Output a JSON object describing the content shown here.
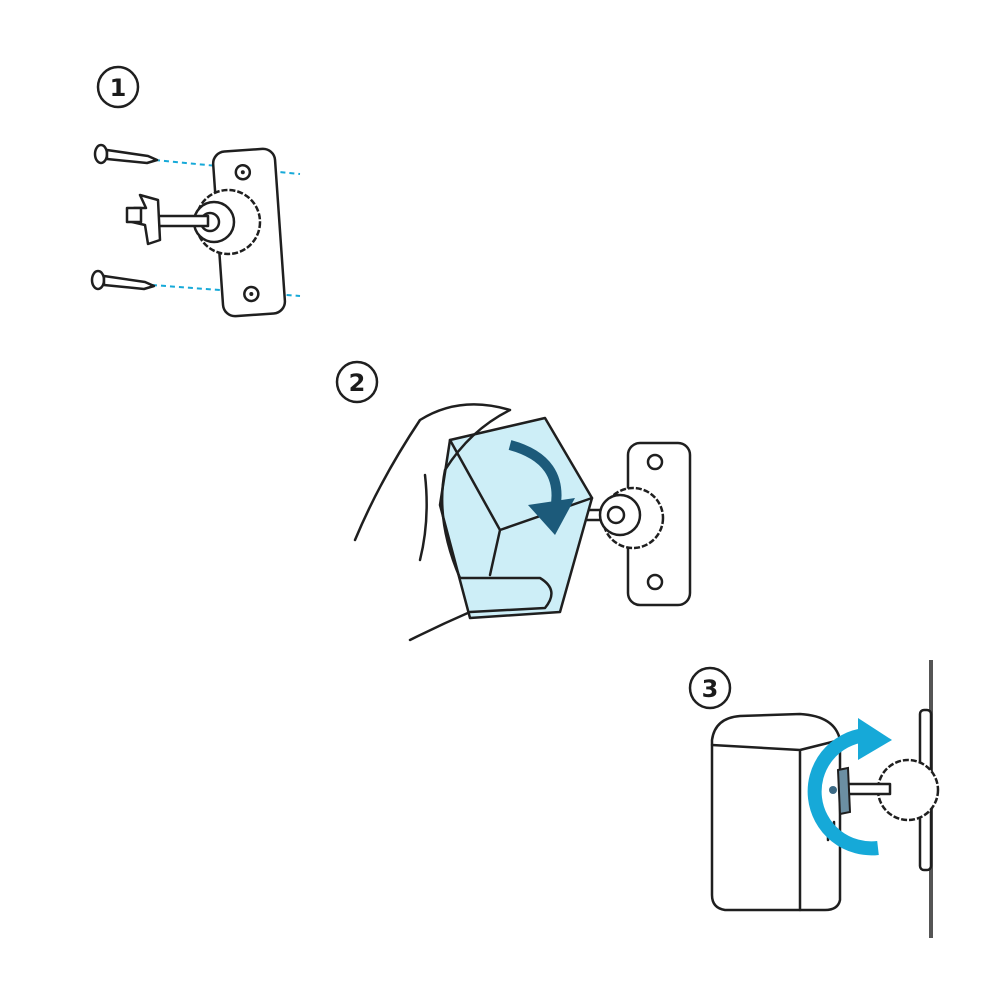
{
  "steps": [
    {
      "label": "1"
    },
    {
      "label": "2"
    },
    {
      "label": "3"
    }
  ],
  "colors": {
    "line": "#1f1f1f",
    "accent_cyan": "#16a9d8",
    "camera_fill": "#cdeef7",
    "arrow_navy": "#1c5a7a"
  }
}
